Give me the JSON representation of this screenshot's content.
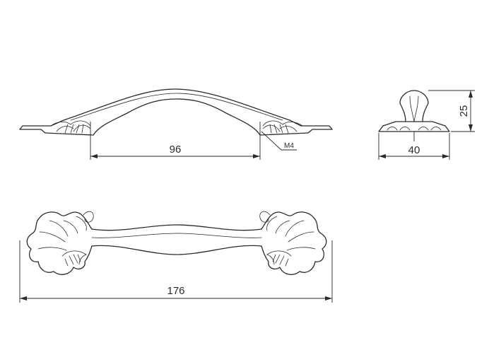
{
  "dimensions": {
    "hole_spacing": "96",
    "thread": "M4",
    "depth": "40",
    "height": "25",
    "overall_length": "176"
  },
  "colors": {
    "line": "#2a2a2a",
    "background": "#ffffff"
  }
}
